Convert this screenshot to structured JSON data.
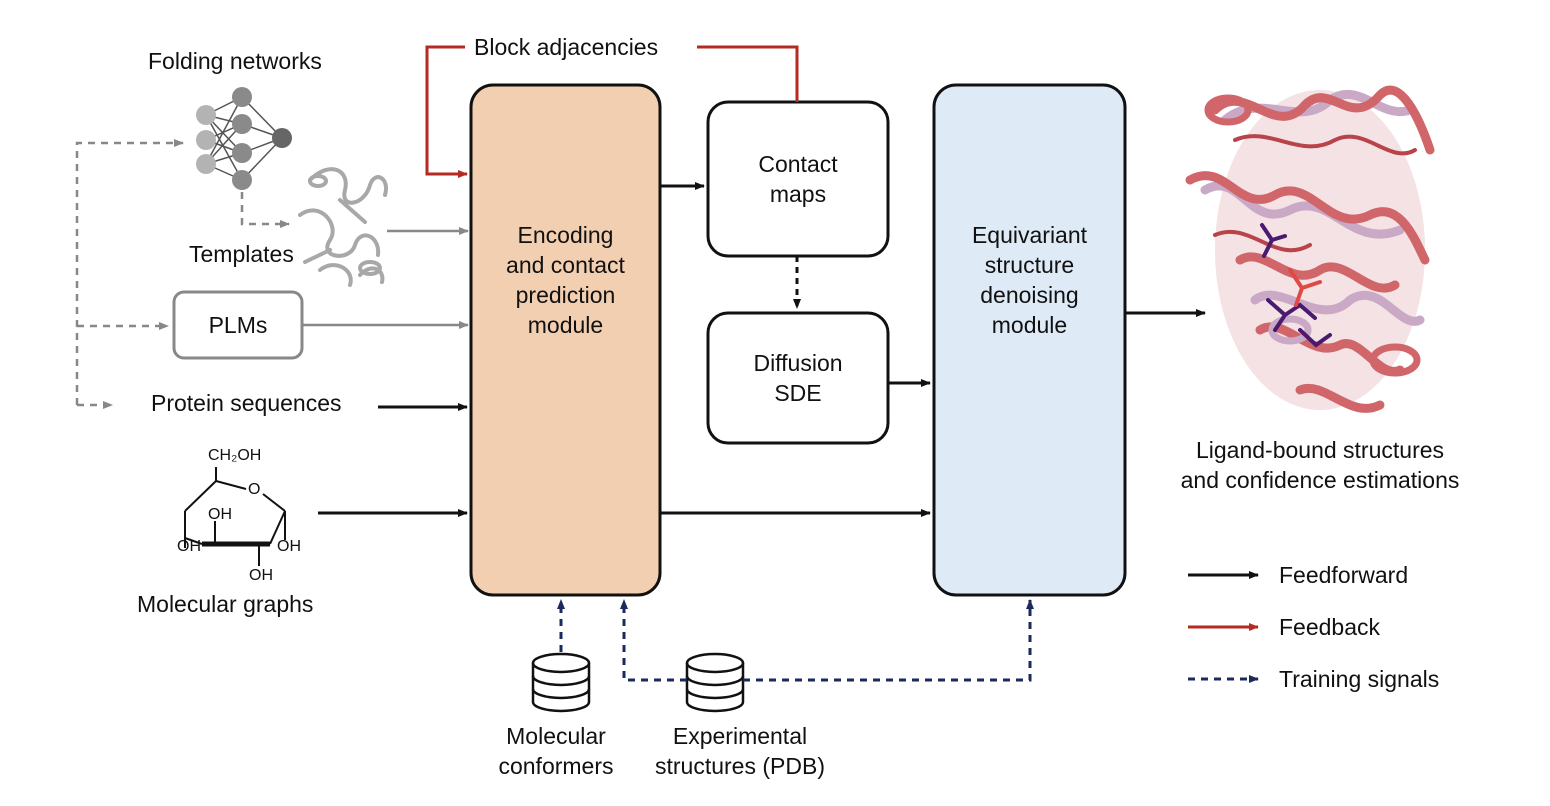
{
  "inputs": {
    "folding_networks": "Folding networks",
    "templates": "Templates",
    "plms": "PLMs",
    "protein_sequences": "Protein sequences",
    "molecular_graphs": "Molecular graphs"
  },
  "feedback_label": "Block adjacencies",
  "modules": {
    "encoding": "Encoding\nand contact\nprediction\nmodule",
    "contact_maps": "Contact\nmaps",
    "diffusion": "Diffusion\nSDE",
    "equivariant": "Equivariant\nstructure\ndenoising\nmodule"
  },
  "output_label": "Ligand-bound structures\nand confidence estimations",
  "databases": {
    "conformers": "Molecular\nconformers",
    "pdb": "Experimental\nstructures (PDB)"
  },
  "molecule_labels": {
    "ch2oh": "CH₂OH",
    "ring_o": "O",
    "oh_top": "OH",
    "oh_left": "OH",
    "oh_right": "OH",
    "oh_bottom": "OH"
  },
  "legend": [
    {
      "label": "Feedforward",
      "style": "solid",
      "color": "#111111"
    },
    {
      "label": "Feedback",
      "style": "solid",
      "color": "#b52a22"
    },
    {
      "label": "Training signals",
      "style": "dashed",
      "color": "#1b2a5c"
    }
  ],
  "colors": {
    "encoding_fill": "#f3cfb1",
    "equivariant_fill": "#deeaf6",
    "feedback": "#b52a22",
    "training": "#1b2a5c",
    "grey": "#888888"
  }
}
